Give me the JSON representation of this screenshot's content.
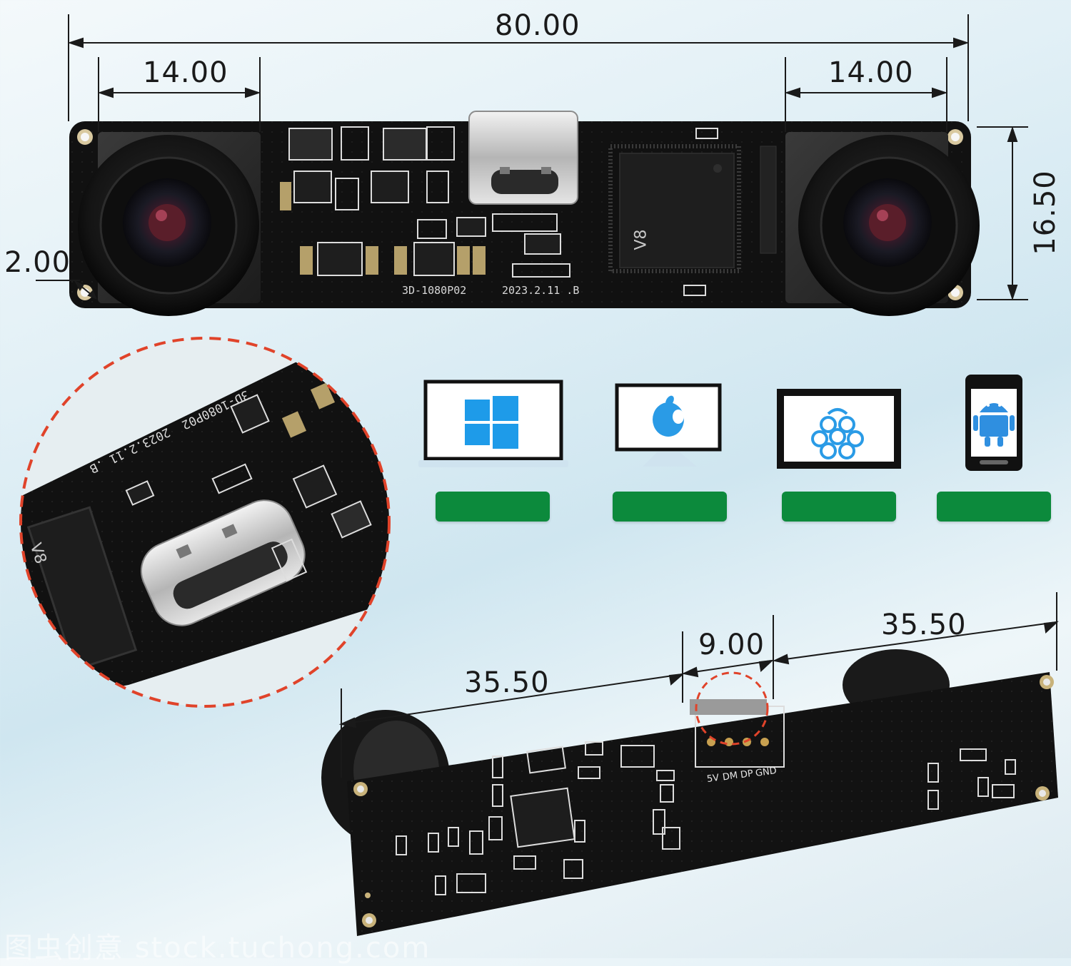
{
  "dimensions": {
    "top_width": "80.00",
    "left_lens_spacing": "14.00",
    "right_lens_spacing": "14.00",
    "board_height": "16.50",
    "hole_offset": "2.00",
    "bottom_left": "35.50",
    "bottom_center": "9.00",
    "bottom_right": "35.50"
  },
  "board_silkscreen": {
    "model": "3D-1080P02",
    "date": "2023.2.11 .B",
    "chip": "V8",
    "zoom_model": "3D-1080P02",
    "zoom_date": "2023.2.11 .B"
  },
  "pin_labels": [
    "5V",
    "DM",
    "DP",
    "GND"
  ],
  "platforms": [
    {
      "icon": "windows-laptop-icon",
      "badge_color": "#0c8a3c"
    },
    {
      "icon": "apple-monitor-icon",
      "badge_color": "#0c8a3c"
    },
    {
      "icon": "raspberry-pi-tablet-icon",
      "badge_color": "#0c8a3c"
    },
    {
      "icon": "android-phone-icon",
      "badge_color": "#0c8a3c"
    }
  ],
  "watermark": "图虫创意 stock.tuchong.com",
  "colors": {
    "pcb": "#121212",
    "windows_blue": "#1e9be9",
    "apple_blue": "#2a9be6",
    "android_blue": "#2f8fe0",
    "highlight_circle": "#e0432a"
  }
}
